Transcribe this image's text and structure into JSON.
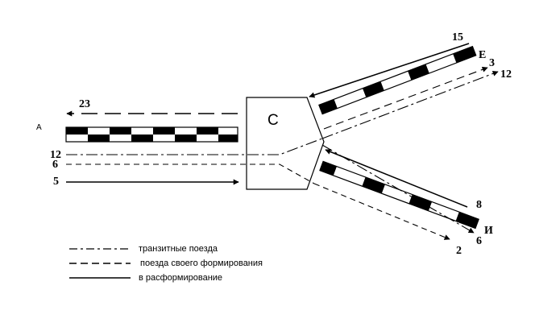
{
  "station": {
    "label": "С"
  },
  "stations": {
    "a": "А",
    "e": "Е",
    "i": "И"
  },
  "west": {
    "out_count": "23",
    "transit_count": "12",
    "own_count": "6",
    "inbound_count": "5"
  },
  "upper": {
    "inbound_count": "15",
    "own_count": "3",
    "transit_count": "12"
  },
  "lower": {
    "inbound_count": "8",
    "own_count": "6",
    "transit_count": "2"
  },
  "legend": {
    "transit": "транзитные поезда",
    "own": "поезда своего формирования",
    "disband": "в расформирование"
  }
}
